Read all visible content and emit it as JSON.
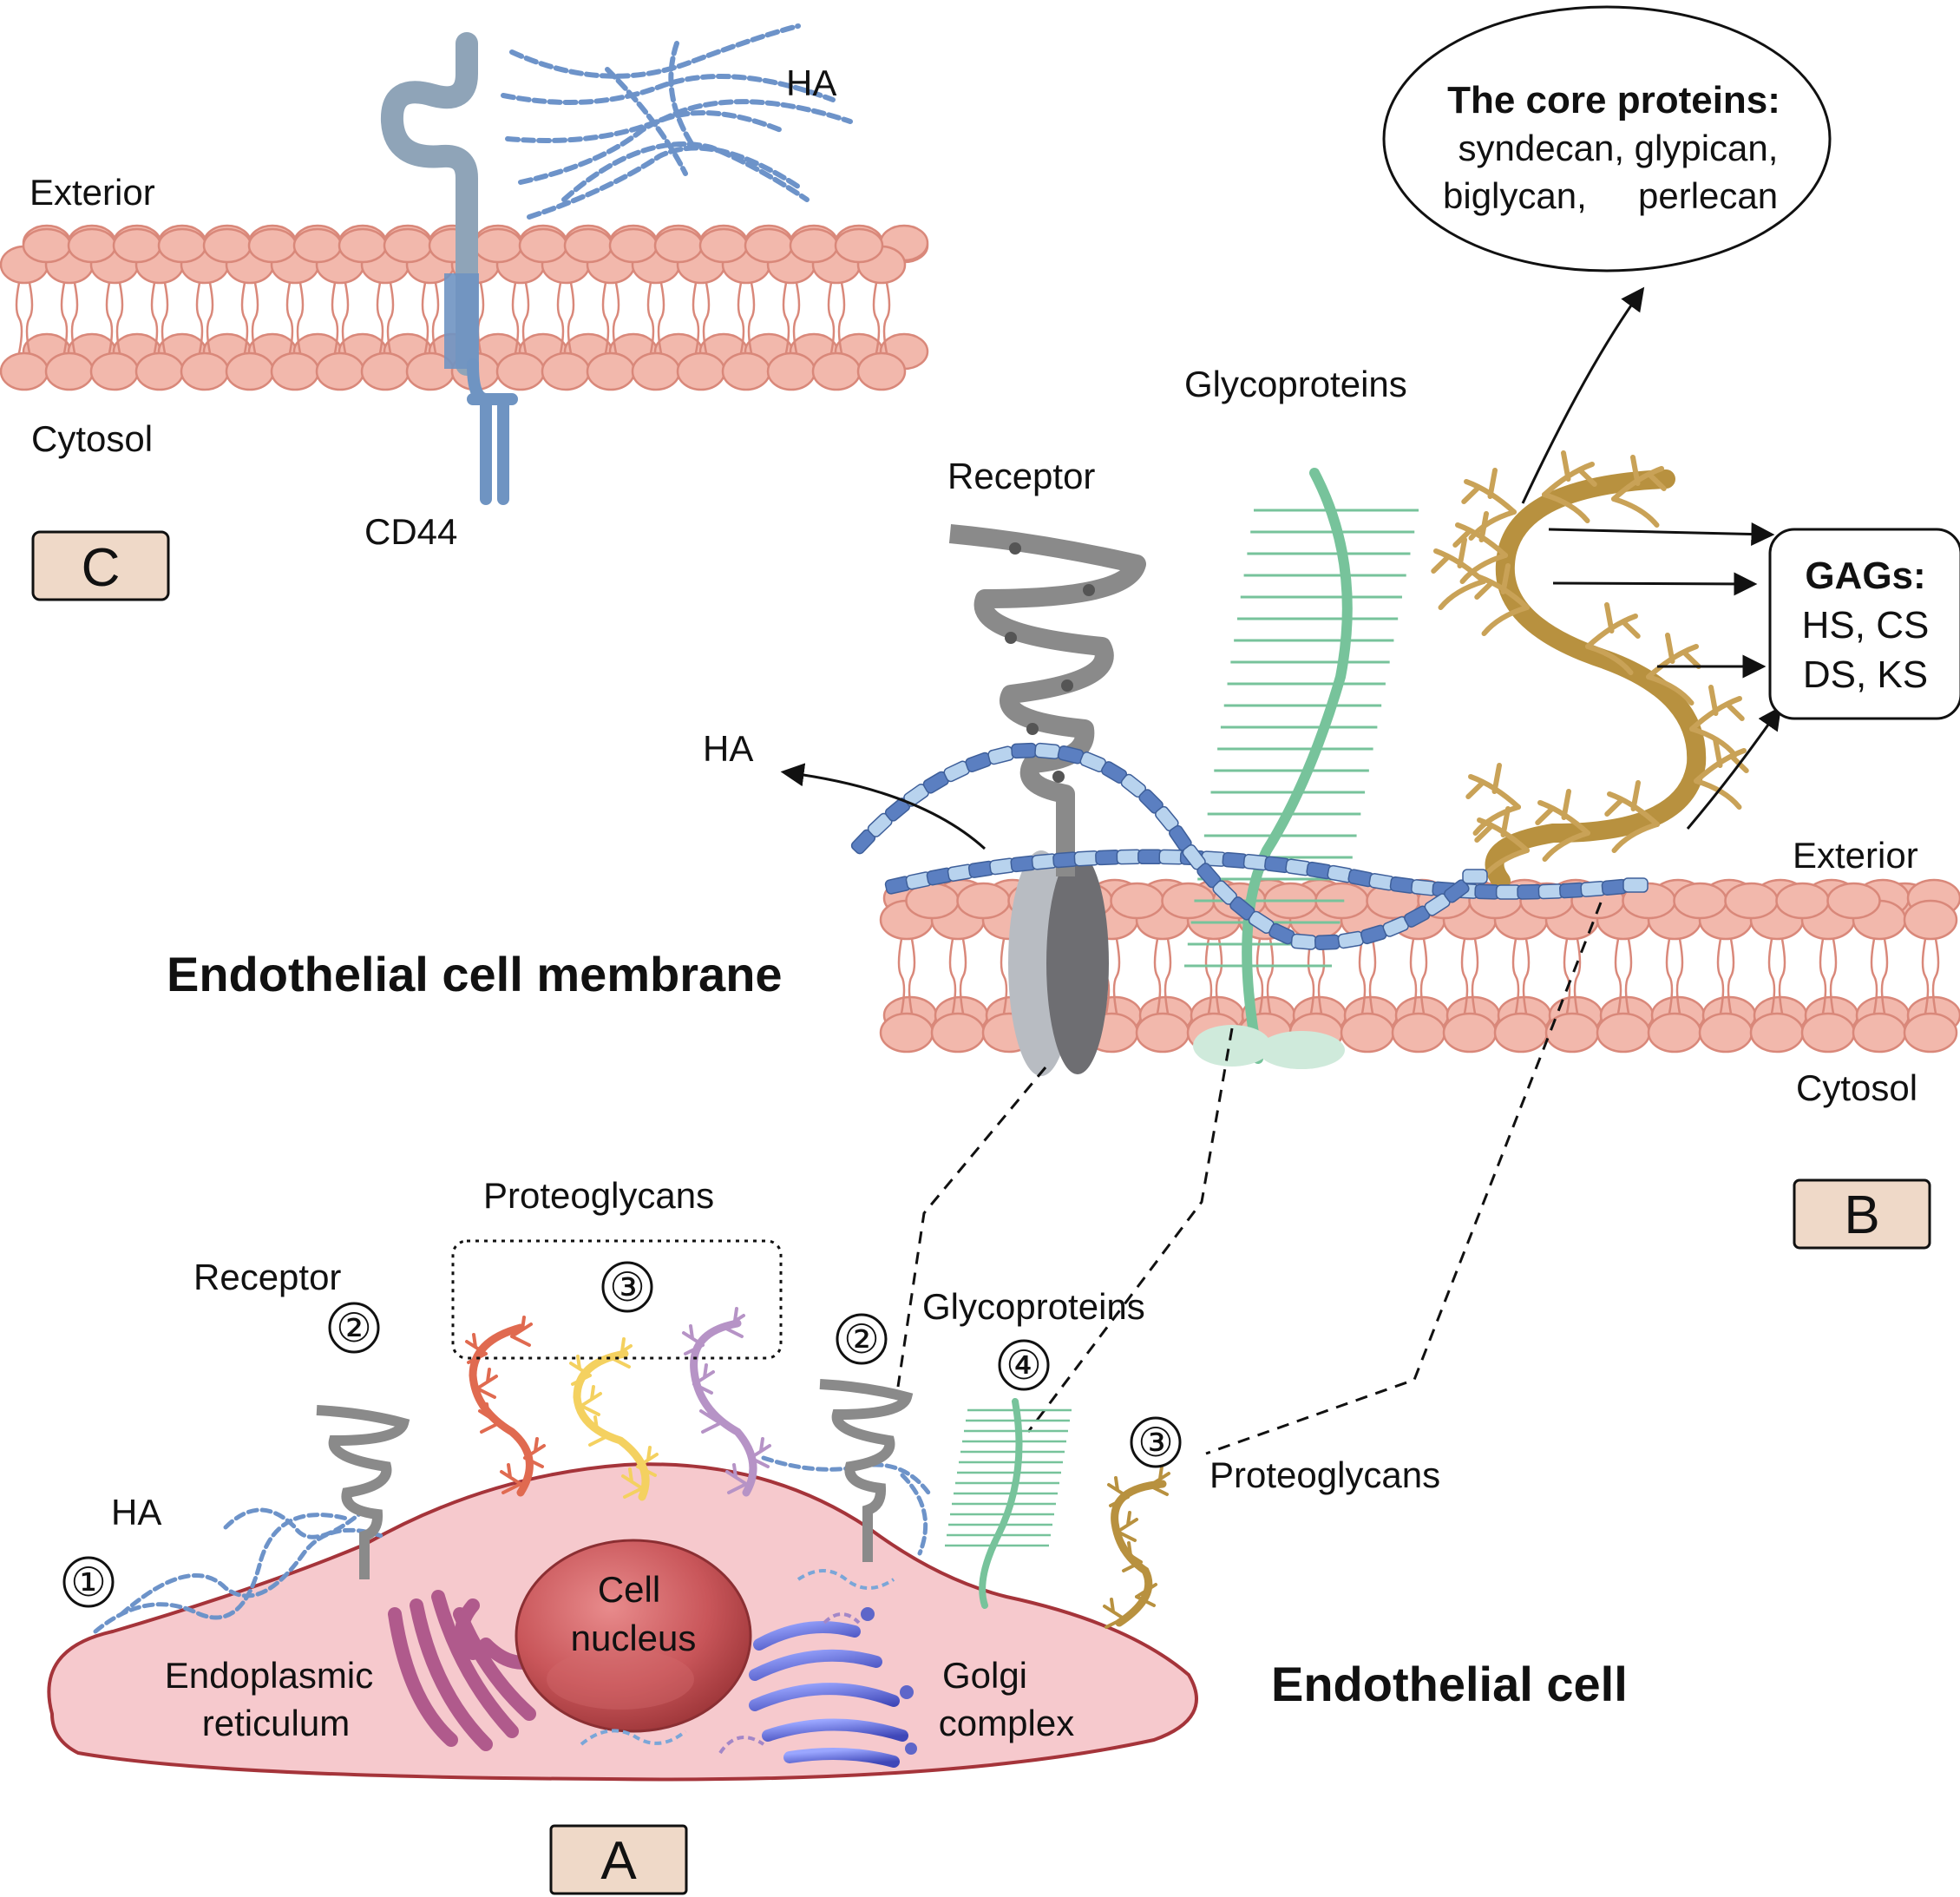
{
  "panel_c": {
    "tag": "C",
    "exterior": "Exterior",
    "cytosol": "Cytosol",
    "cd44": "CD44",
    "ha": "HA"
  },
  "panel_b": {
    "tag": "B",
    "title": "Endothelial cell membrane",
    "glycoproteins": "Glycoproteins",
    "receptor": "Receptor",
    "ha": "HA",
    "exterior": "Exterior",
    "cytosol": "Cytosol",
    "core_proteins": {
      "title": "The core proteins:",
      "line1": "syndecan, glypican,",
      "line2_a": "biglycan,",
      "line2_b": "perlecan"
    },
    "gags": {
      "title": "GAGs:",
      "line1": "HS, CS",
      "line2": "DS, KS"
    }
  },
  "panel_a": {
    "tag": "A",
    "title": "Endothelial cell",
    "proteoglycans_top": "Proteoglycans",
    "receptor": "Receptor",
    "ha": "HA",
    "glycoproteins": "Glycoproteins",
    "proteoglycans_right": "Proteoglycans",
    "n1": "①",
    "n2_left": "②",
    "n2_right": "②",
    "n3_box": "③",
    "n3_right": "③",
    "n4": "④",
    "nucleus_1": "Cell",
    "nucleus_2": "nucleus",
    "er_1": "Endoplasmic",
    "er_2": "reticulum",
    "golgi_1": "Golgi",
    "golgi_2": "complex"
  },
  "colors": {
    "lipid_head": "#f2b8ac",
    "lipid_stroke": "#d9887a",
    "receptor": "#8a8a8a",
    "cd44": "#8fa4b8",
    "ha_dark": "#5b7fc1",
    "ha_light": "#b8d3ee",
    "glycoprotein": "#77c39b",
    "proteoglycan": "#b8913f",
    "cell_body": "#f6c9cd",
    "nucleus": "#c9565a",
    "er": "#b05a8c",
    "golgi": "#6a74d8",
    "panel_tag": "#efd9c8"
  }
}
